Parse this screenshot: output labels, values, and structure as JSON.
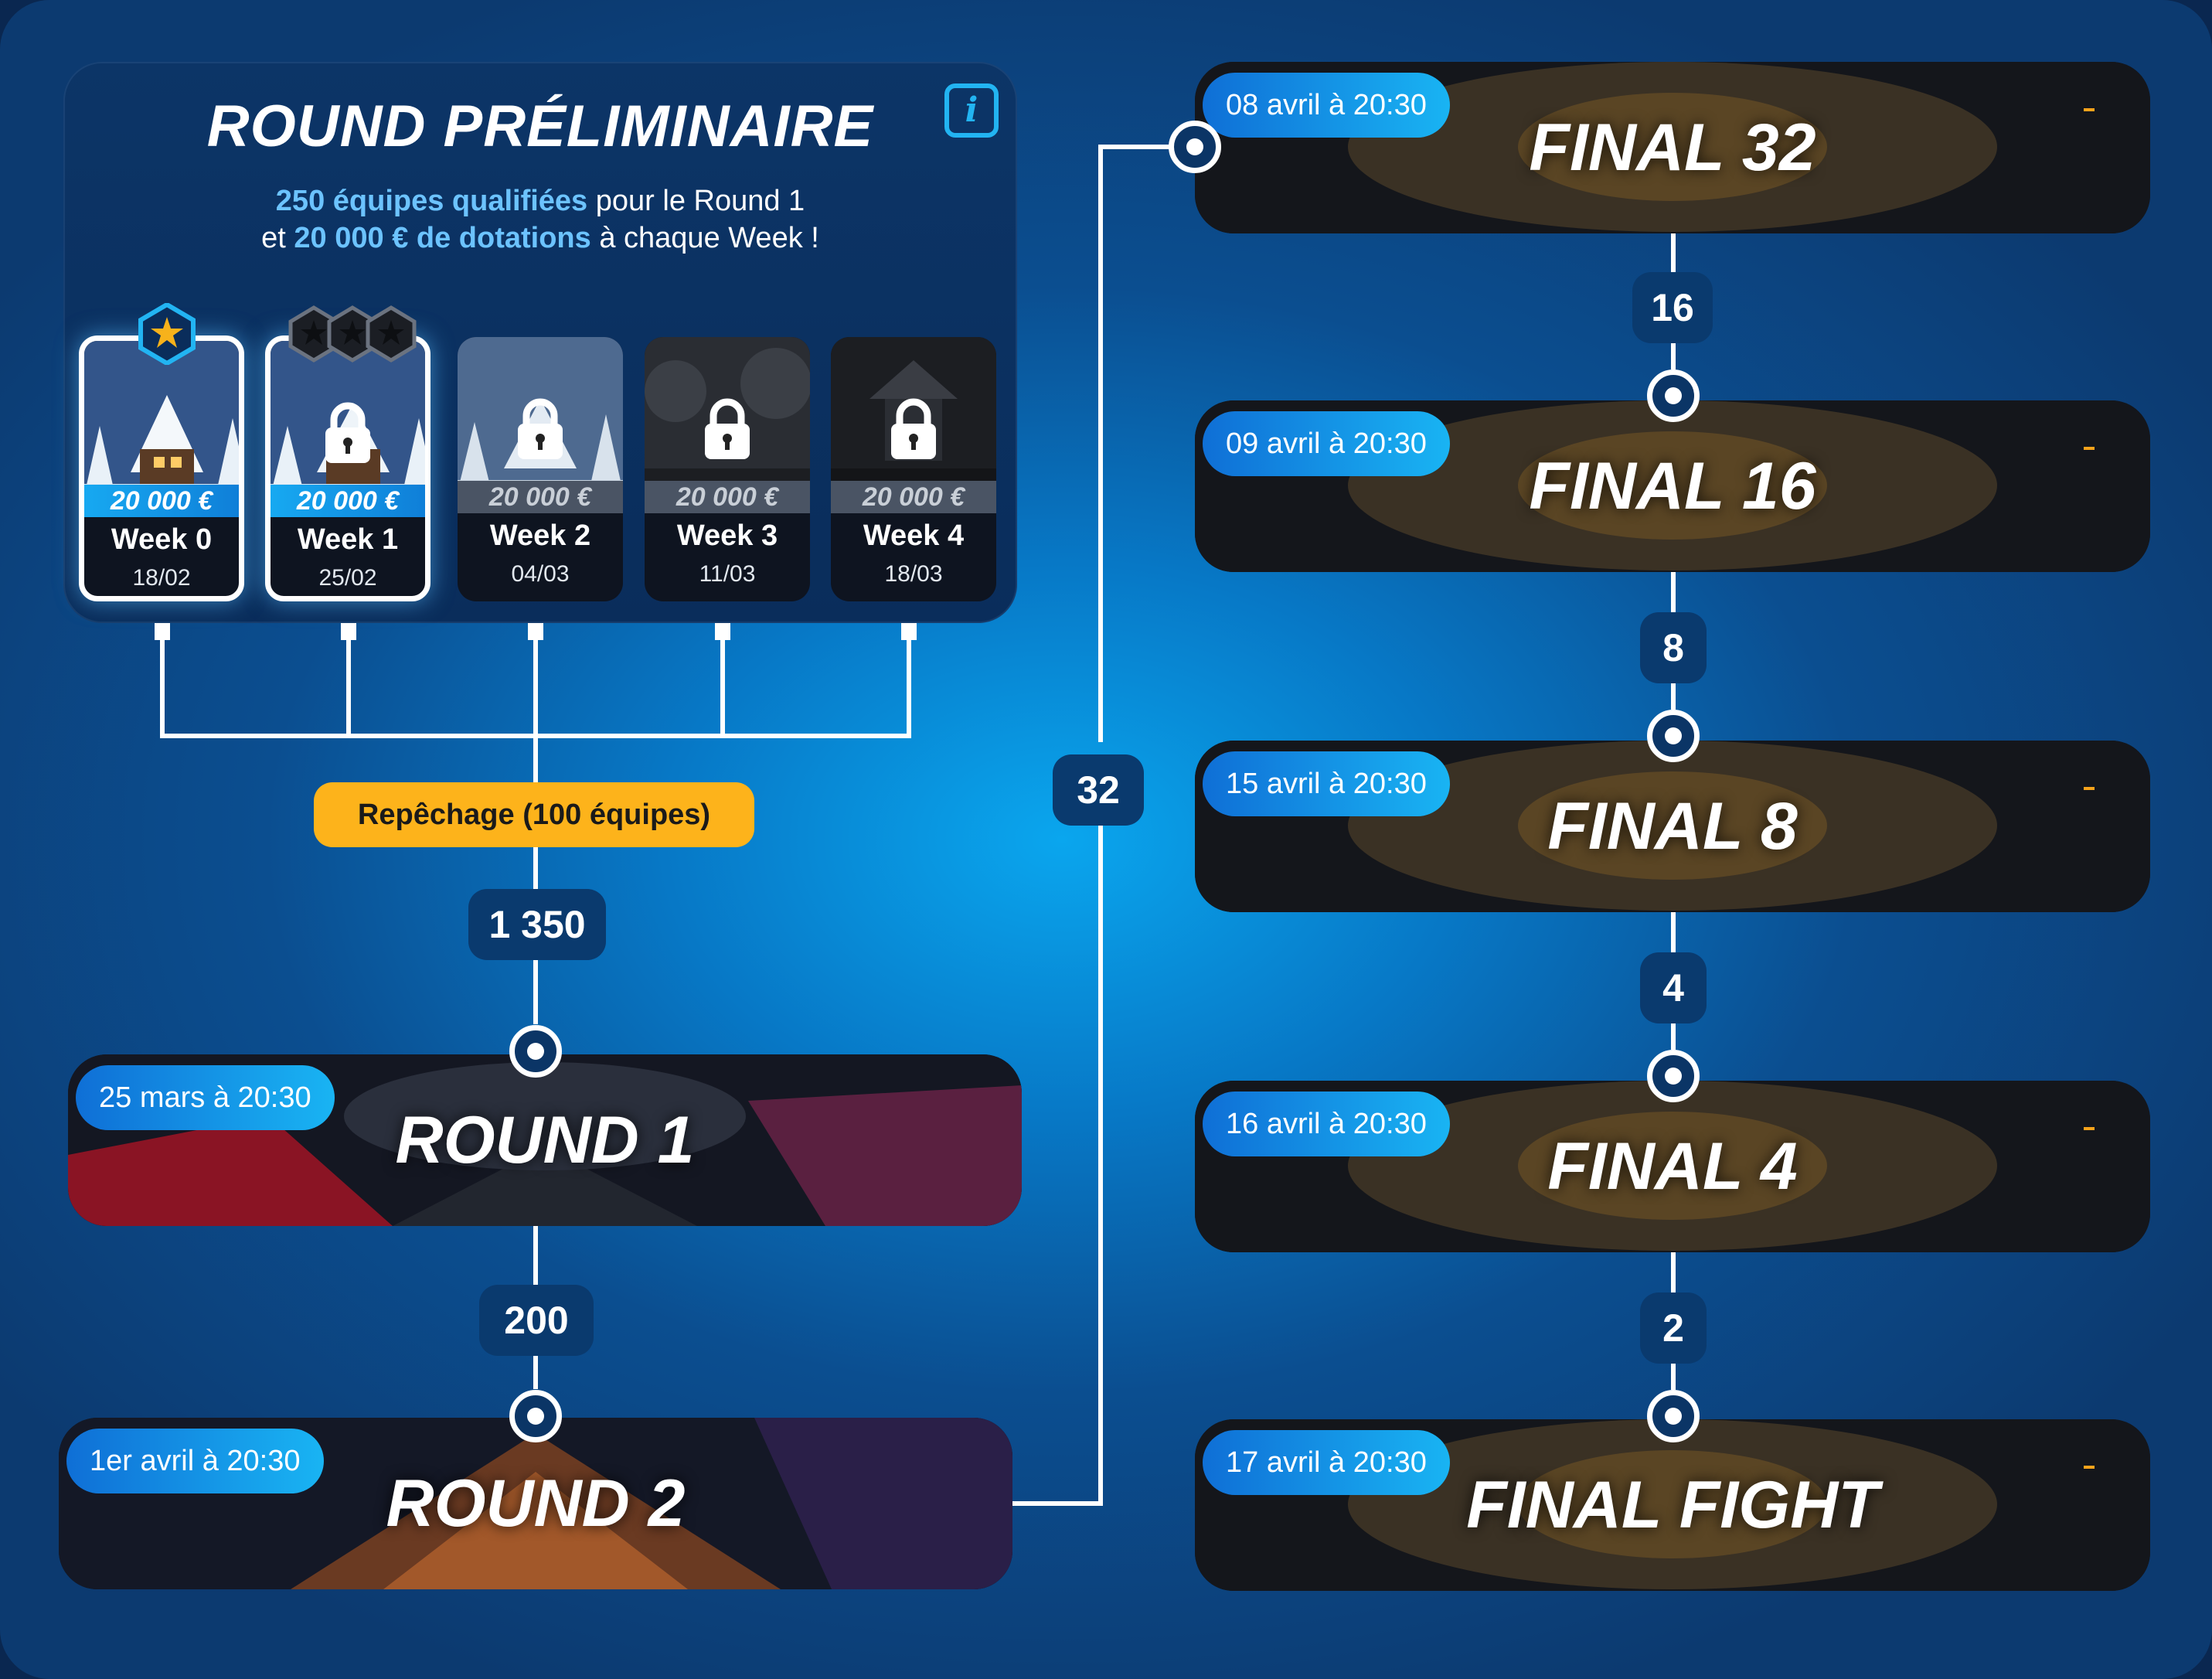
{
  "preliminary": {
    "title": "ROUND PRÉLIMINAIRE",
    "info_label": "i",
    "subtitle_line1_highlight": "250 équipes qualifiées",
    "subtitle_line1_rest": " pour le Round 1",
    "subtitle_line2_start": "et ",
    "subtitle_line2_highlight": "20 000 € de dotations",
    "subtitle_line2_rest": " à chaque Week !",
    "weeks": [
      {
        "label": "Week 0",
        "date": "18/02",
        "prize": "20 000 €",
        "locked": false,
        "active": true
      },
      {
        "label": "Week 1",
        "date": "25/02",
        "prize": "20 000 €",
        "locked": true,
        "active": true
      },
      {
        "label": "Week 2",
        "date": "04/03",
        "prize": "20 000 €",
        "locked": true,
        "active": false
      },
      {
        "label": "Week 3",
        "date": "11/03",
        "prize": "20 000 €",
        "locked": true,
        "active": false
      },
      {
        "label": "Week 4",
        "date": "18/03",
        "prize": "20 000 €",
        "locked": true,
        "active": false
      }
    ]
  },
  "repechage": "Repêchage (100 équipes)",
  "counters": {
    "to_round1": "1 350",
    "to_round2": "200",
    "to_final32": "32",
    "to_final16": "16",
    "to_final8": "8",
    "to_final4": "4",
    "to_final_fight": "2"
  },
  "stages": {
    "round1": {
      "name": "ROUND 1",
      "when": "25 mars à 20:30"
    },
    "round2": {
      "name": "ROUND 2",
      "when": "1er avril à 20:30"
    },
    "final32": {
      "name": "FINAL 32",
      "when": "08 avril à 20:30"
    },
    "final16": {
      "name": "FINAL 16",
      "when": "09 avril à 20:30"
    },
    "final8": {
      "name": "FINAL 8",
      "when": "15 avril à 20:30"
    },
    "final4": {
      "name": "FINAL 4",
      "when": "16 avril à 20:30"
    },
    "finalfight": {
      "name": "FINAL FIGHT",
      "when": "17 avril à 20:30"
    }
  },
  "colors": {
    "accent_blue": "#19b4f3",
    "repechage_orange": "#fdb31b",
    "panel_navy": "#0a2d5b",
    "badge_gold": "#f7b21b"
  },
  "icons": [
    "info-icon",
    "star-badge-icon",
    "three-star-badge-icon",
    "lock-icon",
    "node-icon"
  ]
}
